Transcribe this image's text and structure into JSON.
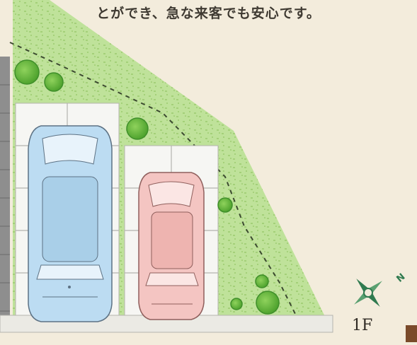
{
  "caption": "とができ、急な来客でも安心です。",
  "floor_label": "1F",
  "compass": {
    "icon": "compass-rose-icon",
    "north_label": "N"
  },
  "colors": {
    "paper": "#f3ecdc",
    "lawn": "#bfe29a",
    "lawn_dots": "#88bf58",
    "tree": "#61b33a",
    "tree_edge": "#3f8f2a",
    "paving": "#f6f6f3",
    "paving_line": "#b4b4ae",
    "wall": "#8e8e8e",
    "car_blue": "#bcdcf2",
    "car_pink": "#f4c5c2",
    "accent_brown": "#7a4a2a"
  },
  "vehicles": [
    {
      "name": "blue-car",
      "color": "car_blue"
    },
    {
      "name": "pink-car",
      "color": "car_pink"
    }
  ]
}
